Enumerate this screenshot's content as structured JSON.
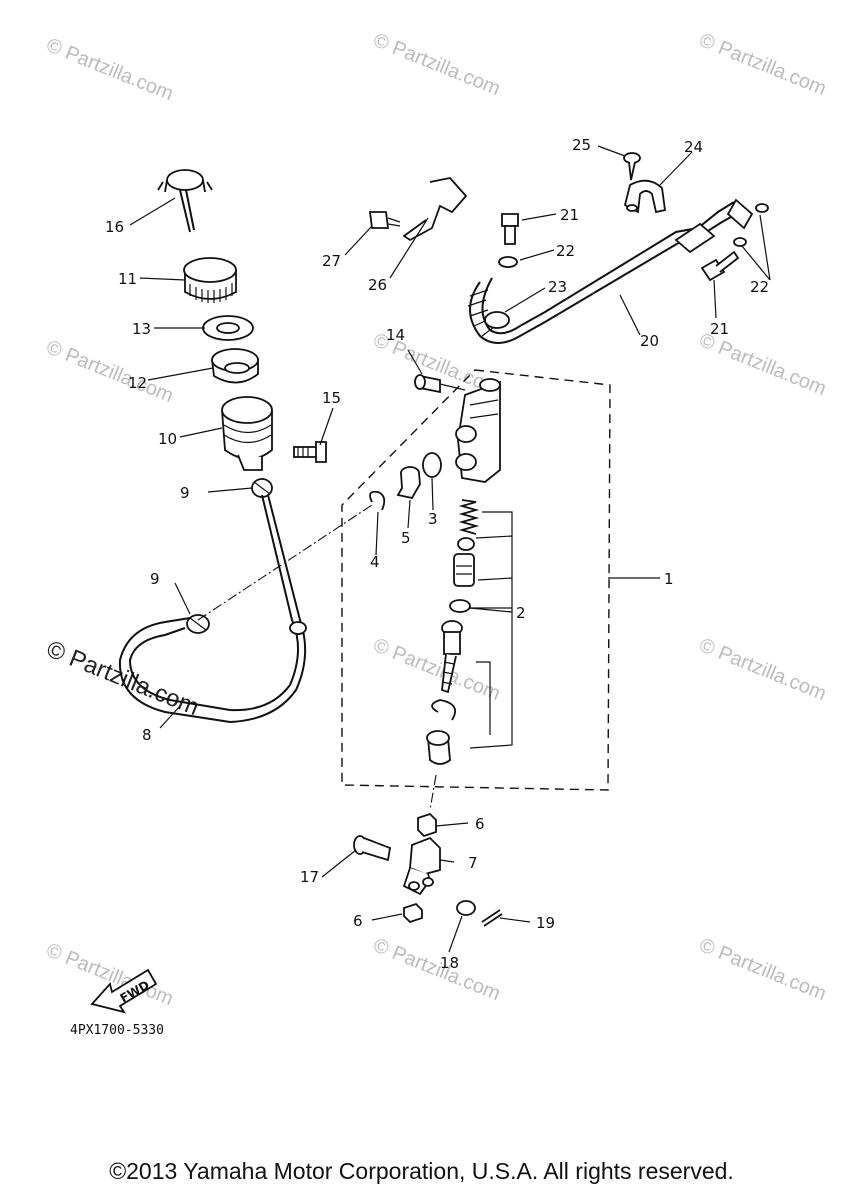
{
  "watermark": {
    "text": "© Partzilla.com",
    "big_text": "© Partzilla.com"
  },
  "diagram_code": "4PX1700-5330",
  "fwd_label": "FWD",
  "callouts": {
    "c1": "1",
    "c2": "2",
    "c3": "3",
    "c4": "4",
    "c5": "5",
    "c6a": "6",
    "c6b": "6",
    "c7": "7",
    "c8": "8",
    "c9a": "9",
    "c9b": "9",
    "c10": "10",
    "c11": "11",
    "c12": "12",
    "c13": "13",
    "c14": "14",
    "c15": "15",
    "c16": "16",
    "c17": "17",
    "c18": "18",
    "c19": "19",
    "c20": "20",
    "c21a": "21",
    "c21b": "21",
    "c22a": "22",
    "c22b": "22",
    "c23": "23",
    "c24": "24",
    "c25": "25",
    "c26": "26",
    "c27": "27"
  },
  "copyright": "©2013 Yamaha Motor Corporation, U.S.A. All rights reserved."
}
